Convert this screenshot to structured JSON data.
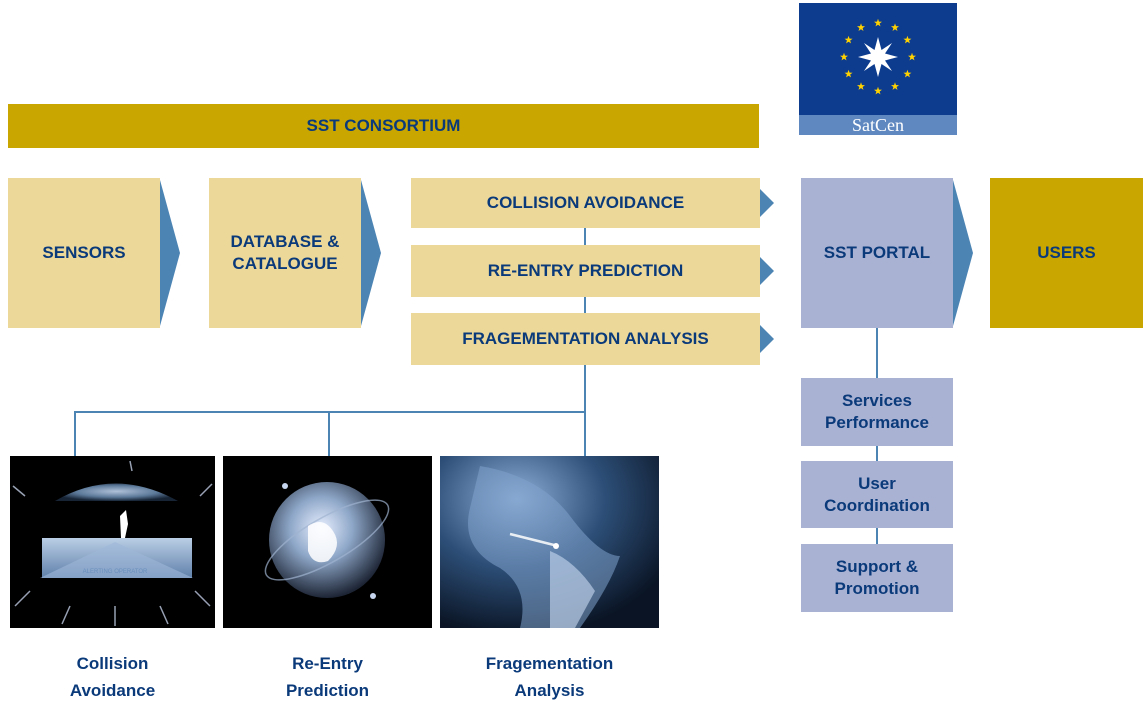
{
  "header": {
    "consortium_label": "SST CONSORTIUM"
  },
  "logo": {
    "text": "SatCen"
  },
  "flow": {
    "sensors": "SENSORS",
    "database": "DATABASE &\nCATALOGUE",
    "services": [
      "COLLISION AVOIDANCE",
      "RE-ENTRY PREDICTION",
      "FRAGEMENTATION ANALYSIS"
    ],
    "portal": "SST PORTAL",
    "users": "USERS"
  },
  "portal_functions": [
    "Services\nPerformance",
    "User\nCoordination",
    "Support &\nPromotion"
  ],
  "images": [
    {
      "icon": "collision-avoidance-image",
      "caption": "Collision\nAvoidance",
      "overlay_text": "ALERTING OPERATOR"
    },
    {
      "icon": "re-entry-prediction-image",
      "caption": "Re-Entry\nPrediction"
    },
    {
      "icon": "fragmentation-analysis-image",
      "caption": "Fragementation\nAnalysis"
    }
  ],
  "colors": {
    "gold": "#c9a700",
    "tan": "#ecd898",
    "lavender": "#aab2d3",
    "arrow_blue": "#4c84b4",
    "text_navy": "#0b3a7a",
    "logo_blue": "#0d3c8f"
  }
}
